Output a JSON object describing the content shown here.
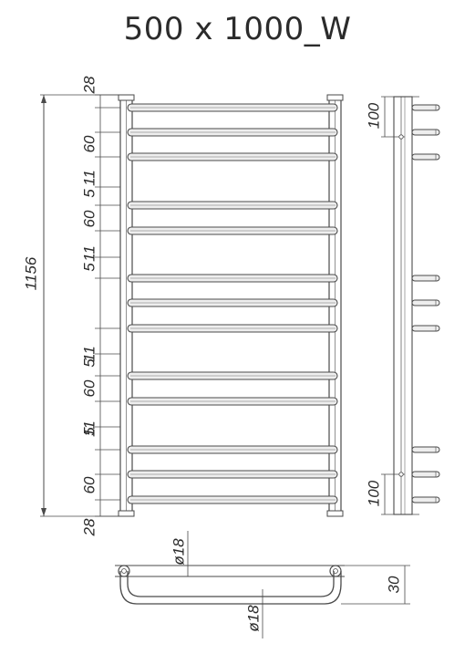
{
  "title": "500 x 1000_W",
  "colors": {
    "line": "#4a4a4a",
    "bar_fill": "#eeeeee",
    "text": "#2b2b2b"
  },
  "front_view": {
    "overall_height": "1156",
    "top_offset": "28",
    "bottom_offset": "28",
    "spacing_labels": [
      "60",
      "11",
      "5",
      "60",
      "11",
      "5",
      "11",
      "5",
      "60",
      "11",
      "5",
      "60"
    ]
  },
  "side_view": {
    "top_label": "100",
    "bottom_label": "100"
  },
  "top_view": {
    "upper_diameter": "ø18",
    "lower_diameter": "ø18",
    "depth": "30"
  }
}
